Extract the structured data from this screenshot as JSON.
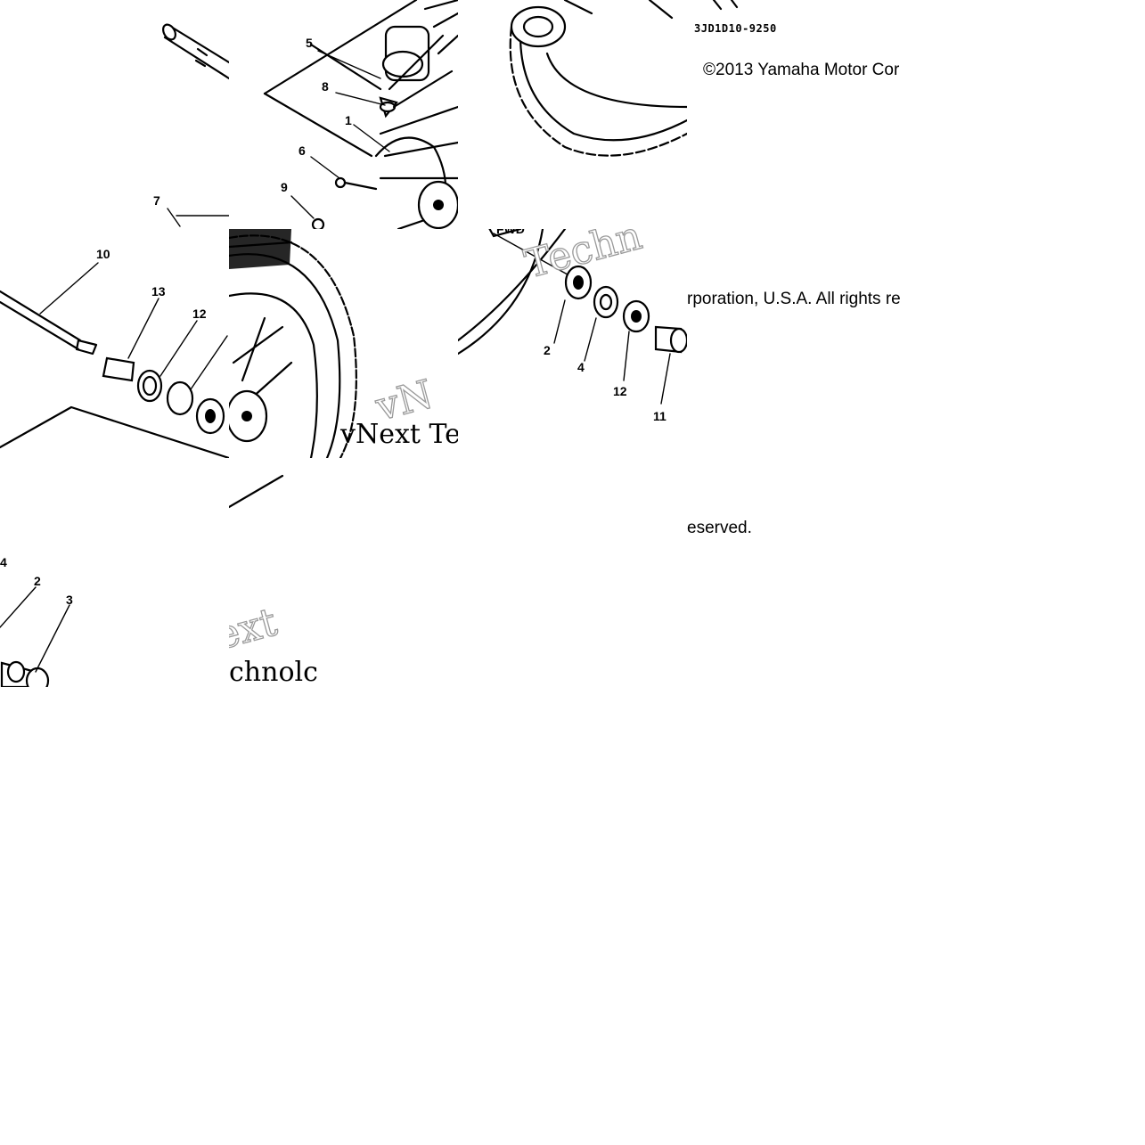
{
  "diagram_code": "3JD1D10-9250",
  "copyright": {
    "line1": "©2013 Yamaha Motor Cor",
    "line2": "rporation, U.S.A. All rights re",
    "line3": "eserved."
  },
  "arrow_label": "FWD",
  "callouts": {
    "c5": "5",
    "c8": "8",
    "c1": "1",
    "c6": "6",
    "c9": "9",
    "c7": "7",
    "c10": "10",
    "c13": "13",
    "c12a": "12",
    "c2a": "2",
    "c4a": "4",
    "c12b": "12",
    "c11": "11",
    "c4b": "4",
    "c2b": "2",
    "c3": "3"
  },
  "watermark_fragments": {
    "w1": "Techn",
    "w2": "vNext Te",
    "w3": "vN",
    "w4": "ext",
    "w5": "chnolc"
  }
}
